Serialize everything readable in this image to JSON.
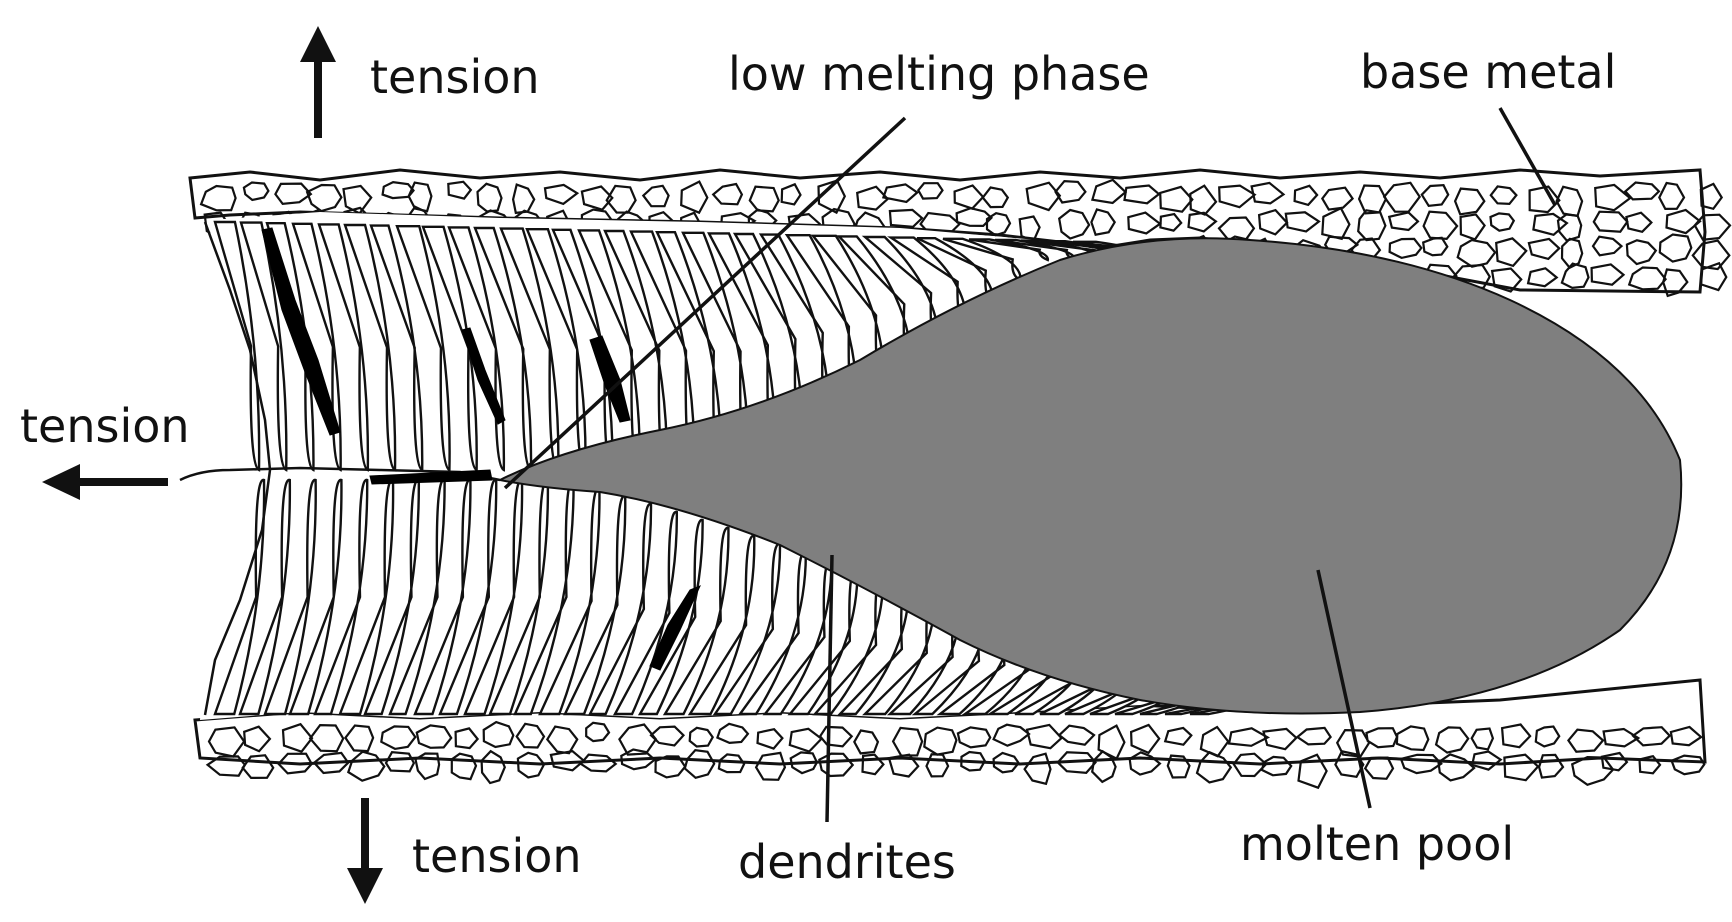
{
  "labels": {
    "tension_top": "tension",
    "tension_left": "tension",
    "tension_bottom": "tension",
    "low_melting_phase": "low melting phase",
    "base_metal": "base metal",
    "dendrites": "dendrites",
    "molten_pool": "molten pool"
  },
  "colors": {
    "molten_pool": "#7f7f7f",
    "outline": "#111111",
    "grain_fill": "#ffffff",
    "low_melting_phase": "#000000"
  },
  "icons": {
    "arrows": [
      "arrow-up-icon",
      "arrow-left-icon",
      "arrow-down-icon"
    ]
  }
}
